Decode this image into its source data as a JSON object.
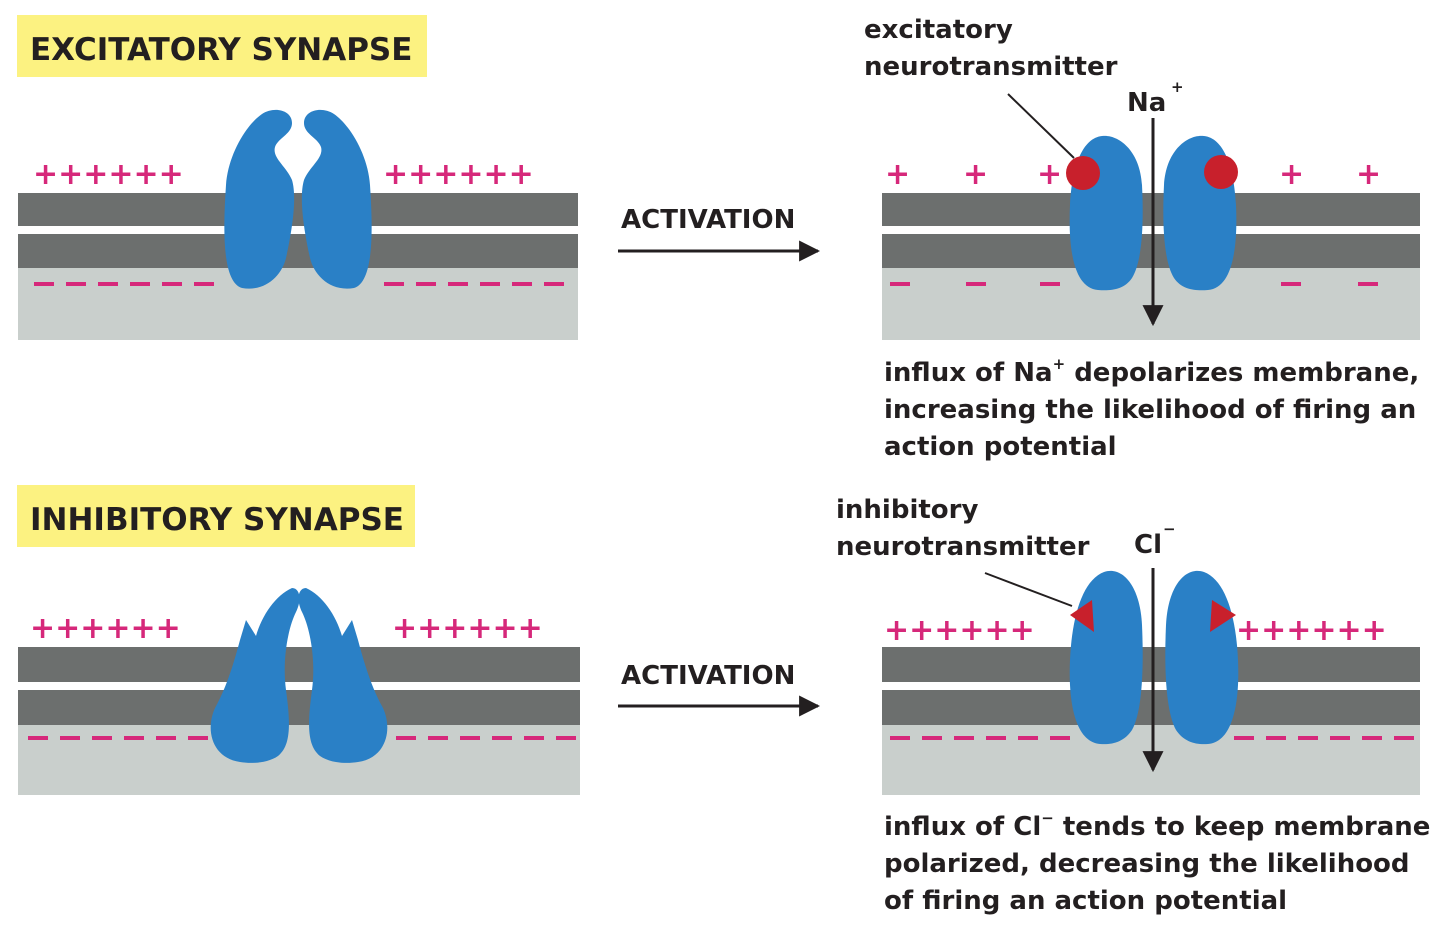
{
  "colors": {
    "title_highlight": "#fcf281",
    "charge": "#d6287a",
    "membrane": "#6c6f6e",
    "cytoplasm": "#c9cfcc",
    "channel": "#2a80c6",
    "neurotransmitter": "#c8202c"
  },
  "excitatory": {
    "title": "EXCITATORY SYNAPSE",
    "arrow_label": "ACTIVATION",
    "plus_row": "++++++",
    "plus_single": "+",
    "nt_label_line1": "excitatory",
    "nt_label_line2": "neurotransmitter",
    "ion": "Na",
    "ion_charge": "+",
    "caption_line1_a": "influx of Na",
    "caption_line1_sup": "+",
    "caption_line1_b": " depolarizes membrane,",
    "caption_line2": "increasing the likelihood of firing an",
    "caption_line3": "action potential"
  },
  "inhibitory": {
    "title": "INHIBITORY SYNAPSE",
    "arrow_label": "ACTIVATION",
    "plus_row": "++++++",
    "nt_label_line1": "inhibitory",
    "nt_label_line2": "neurotransmitter",
    "ion": "Cl",
    "ion_charge": "−",
    "caption_line1_a": "influx of Cl",
    "caption_line1_sup": "−",
    "caption_line1_b": " tends to keep membrane",
    "caption_line2": "polarized, decreasing the likelihood",
    "caption_line3": "of firing an action potential"
  }
}
